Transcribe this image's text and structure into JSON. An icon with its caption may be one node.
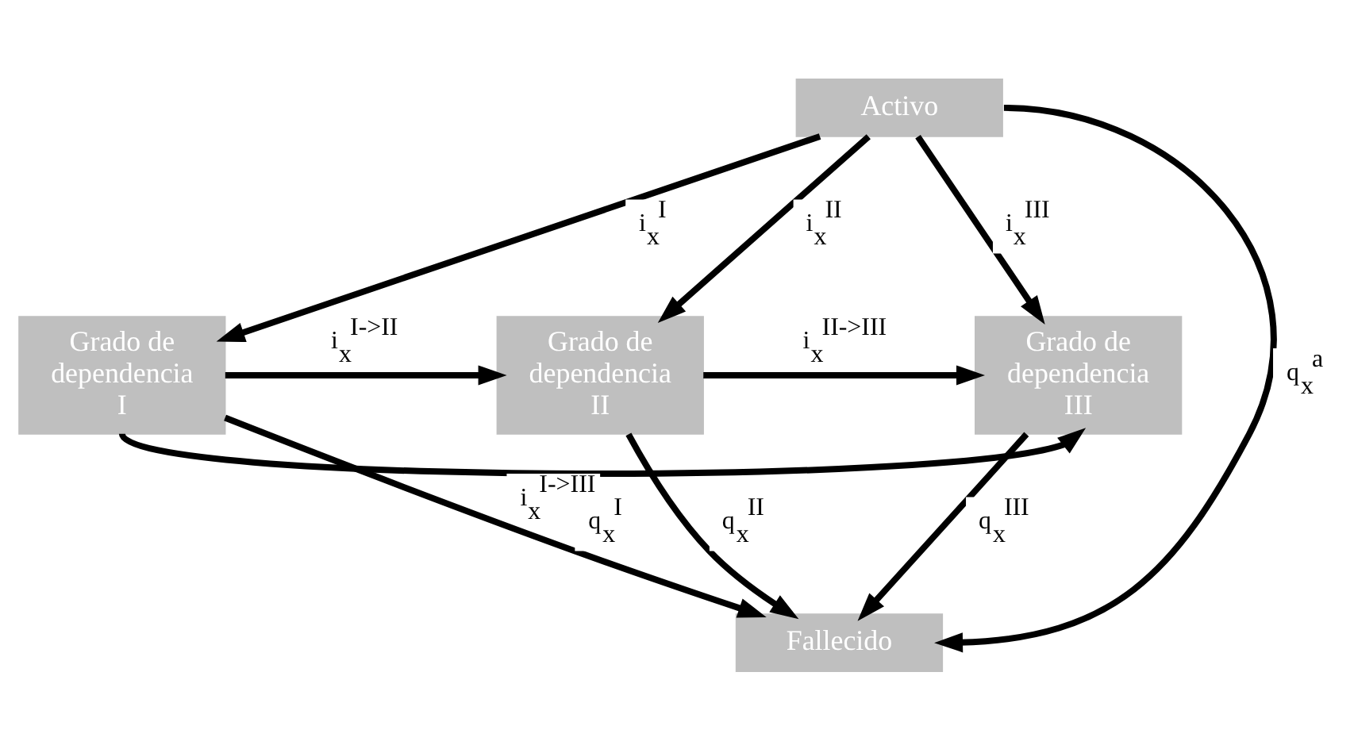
{
  "diagram": {
    "nodes": [
      {
        "text": [
          "Activo"
        ]
      },
      {
        "text": [
          "Grado de dependencia I"
        ]
      },
      {
        "text": [
          "Grado de dependencia II"
        ]
      },
      {
        "text": [
          "Grado de dependencia III"
        ]
      },
      {
        "text": [
          "Fallecido"
        ]
      }
    ],
    "edges": [
      {
        "from": 0,
        "to": 1,
        "arrow": "to",
        "label": "i$_{x}$$^{I}$"
      },
      {
        "from": 0,
        "to": 2,
        "arrow": "to",
        "label": "i$_{x}$$^{II}$"
      },
      {
        "from": 0,
        "to": 3,
        "arrow": "to",
        "label": "i$_{x}$$^{III}$"
      },
      {
        "from": 1,
        "to": 2,
        "arrow": "to",
        "label": "i$_{x}$$^{I->II}$"
      },
      {
        "from": 2,
        "to": 3,
        "arrow": "to",
        "label": "i$_{x}$$^{II->III}$"
      },
      {
        "from": 1,
        "to": 3,
        "arrow": "to",
        "label": "i$_{x}$$^{I->III}$"
      },
      {
        "from": 1,
        "to": 4,
        "arrow": "to",
        "label": "q$_{x}$$^{I}$"
      },
      {
        "from": 2,
        "to": 4,
        "arrow": "to",
        "label": "q$_{x}$$^{II}$"
      },
      {
        "from": 3,
        "to": 4,
        "arrow": "to",
        "label": "q$_{x}$$^{III}$"
      },
      {
        "from": 0,
        "to": 4,
        "arrow": "to",
        "label": "q$_{x}$$^{a}$"
      }
    ]
  }
}
